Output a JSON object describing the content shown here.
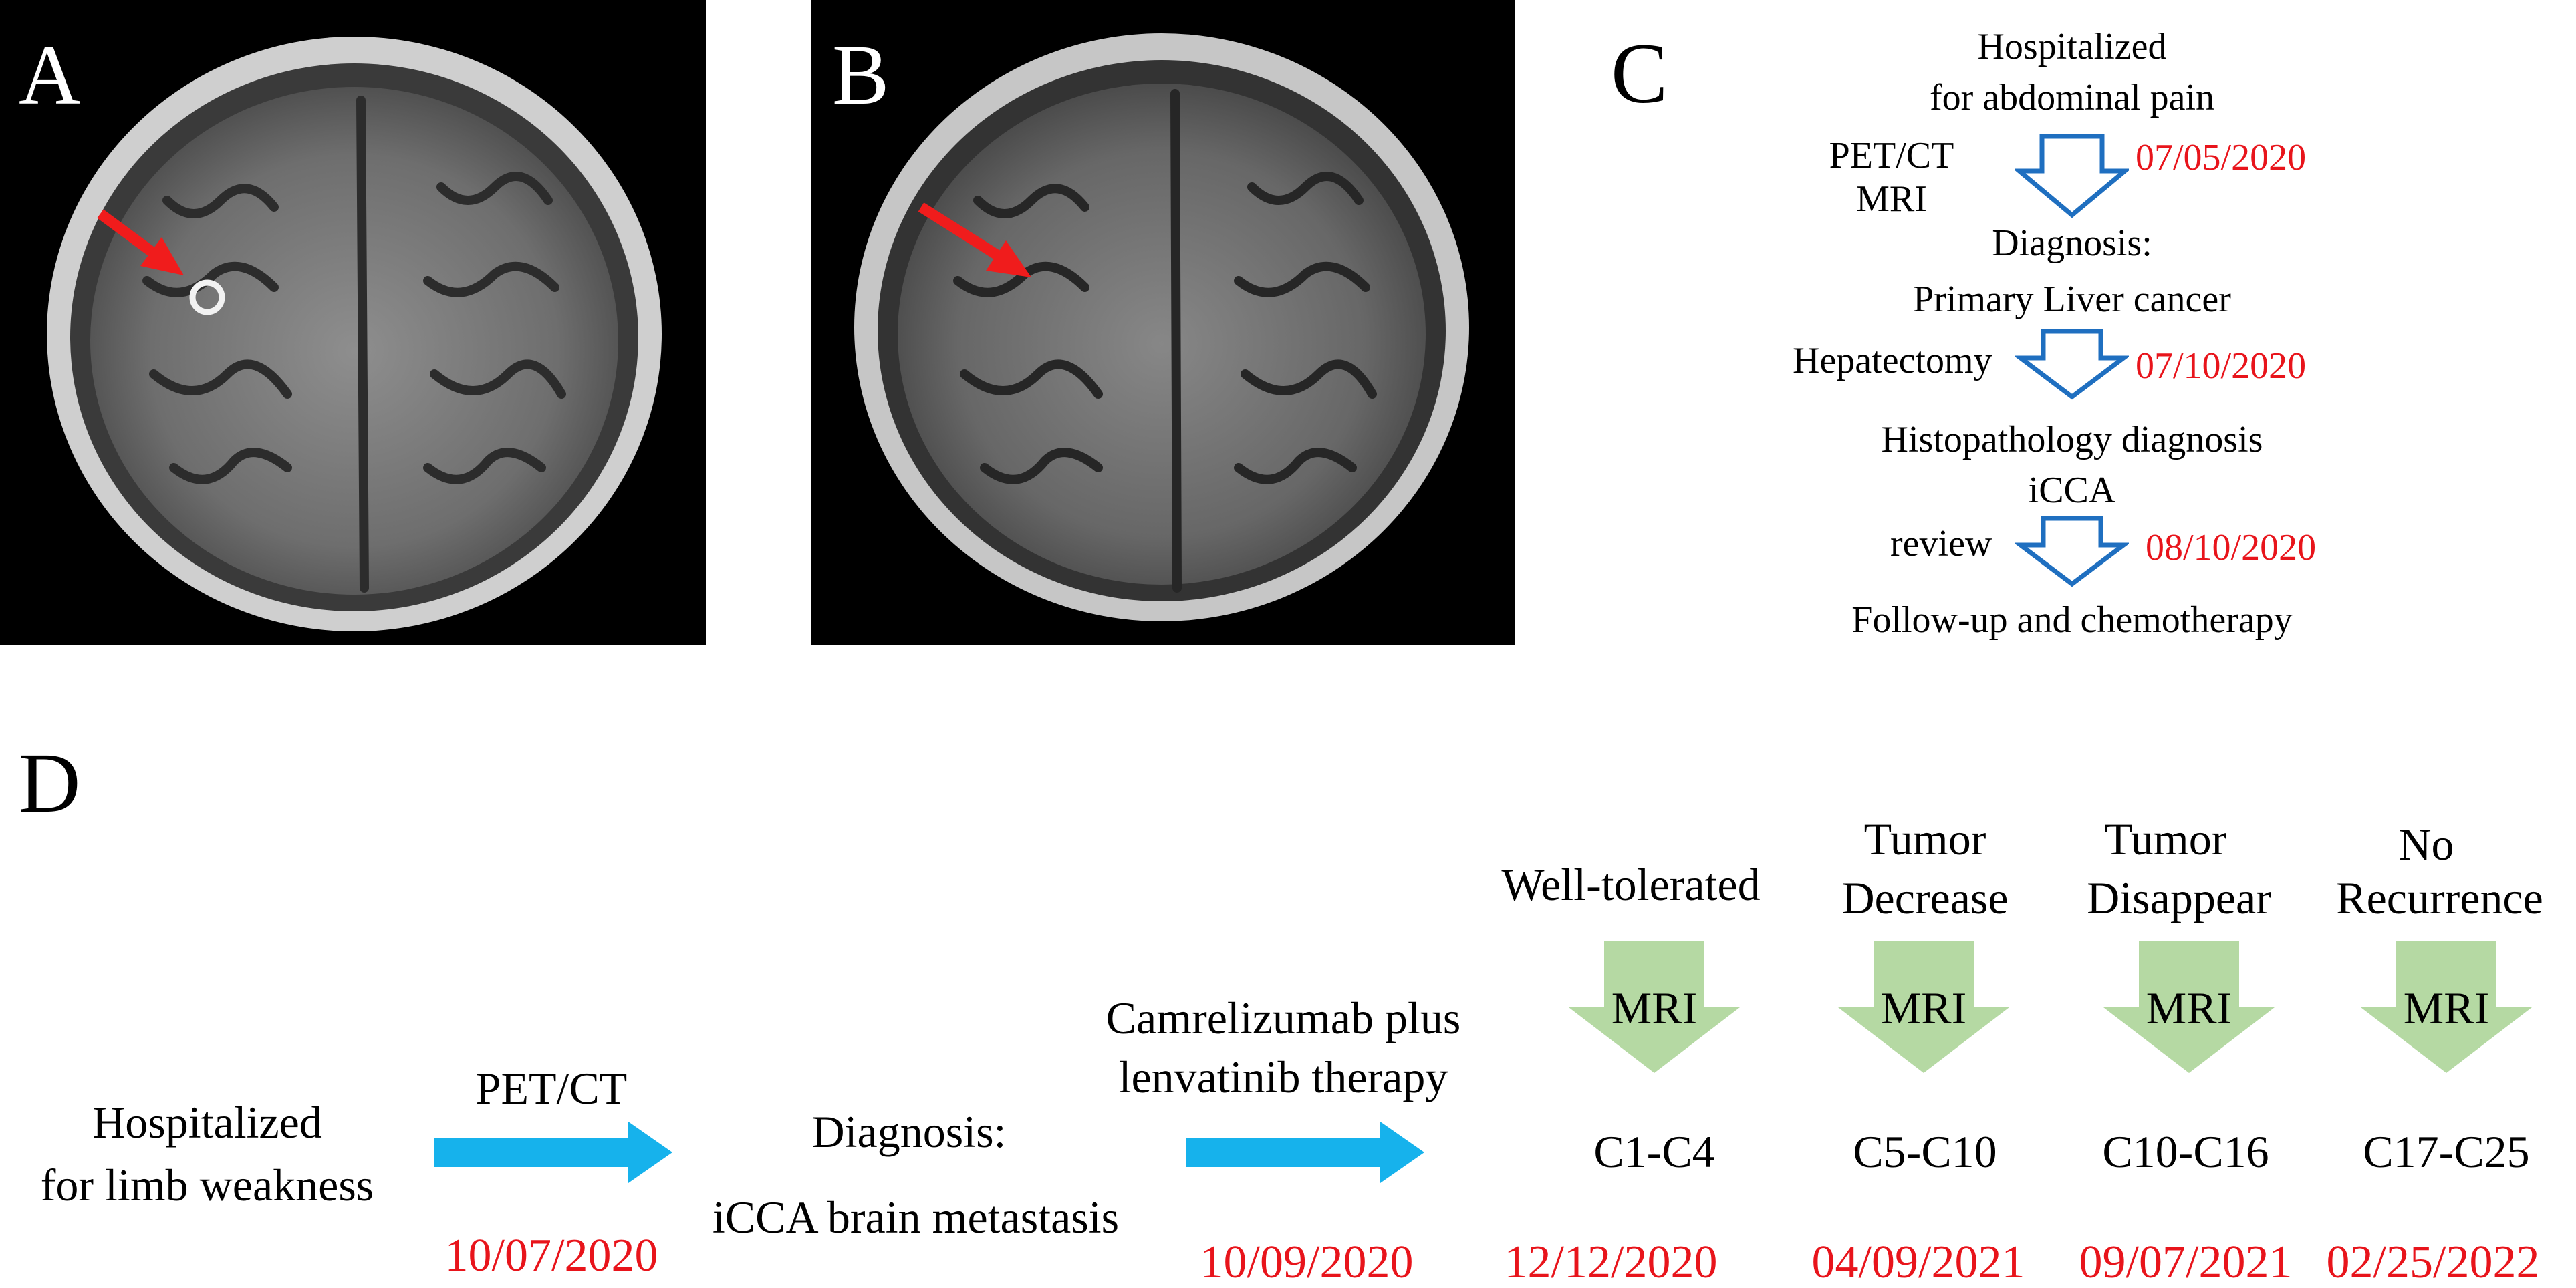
{
  "panels": {
    "a": {
      "label": "A"
    },
    "b": {
      "label": "B"
    },
    "c": {
      "label": "C",
      "steps": [
        "Hospitalized",
        "for abdominal pain",
        "Diagnosis:",
        "Primary Liver cancer",
        "Histopathology diagnosis",
        "iCCA",
        "Follow-up and chemotherapy"
      ],
      "transitions": [
        {
          "labels": [
            "PET/CT",
            "MRI"
          ],
          "date": "07/05/2020"
        },
        {
          "labels": [
            "Hepatectomy"
          ],
          "date": "07/10/2020"
        },
        {
          "labels": [
            "review"
          ],
          "date": "08/10/2020"
        }
      ]
    },
    "d": {
      "label": "D",
      "start": {
        "lines": [
          "Hospitalized",
          "for limb weakness"
        ]
      },
      "arrow1": {
        "label": "PET/CT",
        "date": "10/07/2020"
      },
      "diagnosis": {
        "lines": [
          "Diagnosis:",
          "iCCA brain metastasis"
        ]
      },
      "arrow2": {
        "lines": [
          "Camrelizumab plus",
          "lenvatinib therapy"
        ],
        "date": "10/09/2020"
      },
      "cycles": [
        {
          "result": [
            "Well-tolerated"
          ],
          "test": "MRI",
          "cycle": "C1-C4",
          "date": "12/12/2020"
        },
        {
          "result": [
            "Tumor",
            "Decrease"
          ],
          "test": "MRI",
          "cycle": "C5-C10",
          "date": "04/09/2021"
        },
        {
          "result": [
            "Tumor",
            "Disappear"
          ],
          "test": "MRI",
          "cycle": "C10-C16",
          "date": "09/07/2021"
        },
        {
          "result": [
            "No",
            "Recurrence"
          ],
          "test": "MRI",
          "cycle": "C17-C25",
          "date": "02/25/2022"
        }
      ]
    }
  },
  "colors": {
    "date_red": "#e8141b",
    "flow_arrow_blue": "#1f6fc0",
    "timeline_arrow_cyan": "#16b2ec",
    "mri_arrow_green": "#b5d9a3",
    "lesion_arrow_red": "#f01c1c"
  }
}
